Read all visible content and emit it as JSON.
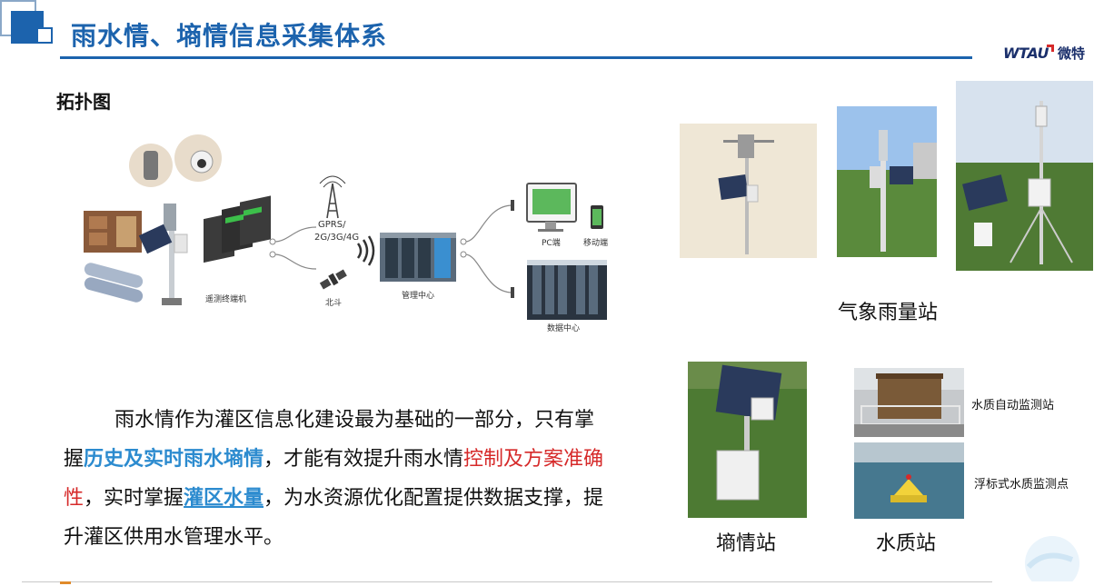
{
  "header": {
    "title": "雨水情、墒情信息采集体系",
    "logo_en": "WTAU",
    "logo_cn": "微特"
  },
  "section_title": "拓扑图",
  "diagram": {
    "labels": {
      "terminal": "遥测终端机",
      "gprs": "GPRS/",
      "network": "2G/3G/4G",
      "beidou": "北斗",
      "mgmt": "管理中心",
      "pc": "PC端",
      "mobile": "移动端",
      "datacenter": "数据中心"
    }
  },
  "paragraph": {
    "t1": "雨水情作为灌区信息化建设最为基础的一部分，只有掌握",
    "h1": "历史及实时雨水墒情",
    "t2": "，才能有效提升雨水情",
    "h2": "控制及方案准确性",
    "t3": "，实时掌握",
    "h3": "灌区水量",
    "t4": "，为水资源优化配置提供数据支撑，提升灌区供用水管理水平。"
  },
  "captions": {
    "weather": "气象雨量站",
    "soil": "墒情站",
    "water": "水质站",
    "water_auto": "水质自动监测站",
    "water_float": "浮标式水质监测点"
  },
  "colors": {
    "brand_blue": "#1c63ad",
    "highlight_blue": "#2c8bcf",
    "highlight_red": "#d62a2a"
  }
}
